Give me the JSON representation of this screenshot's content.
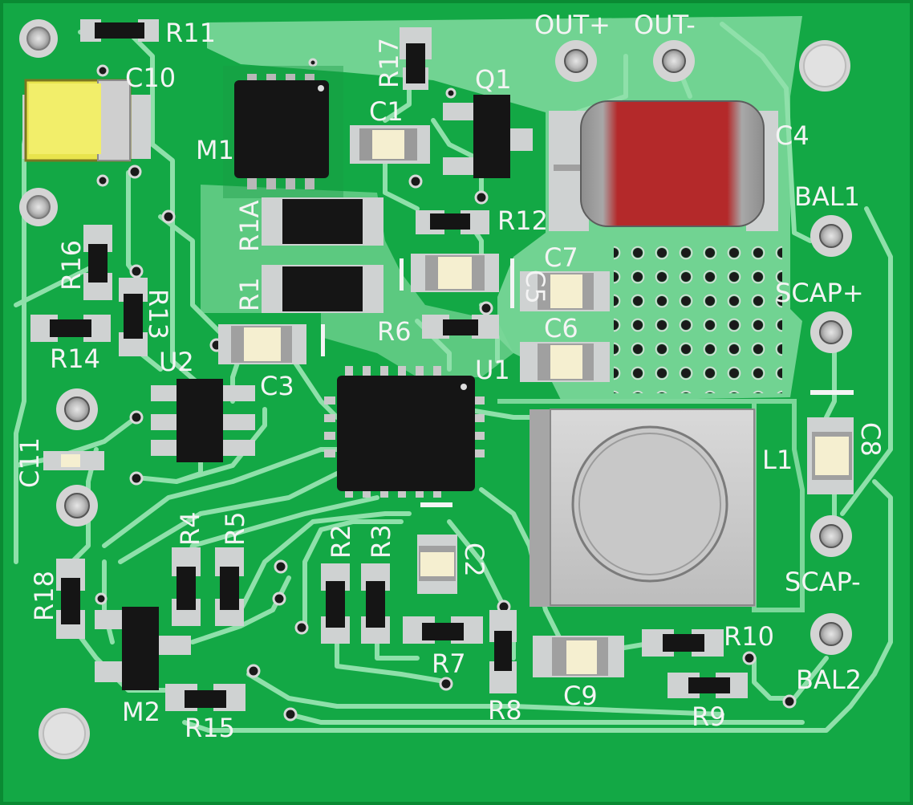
{
  "board": {
    "colors": {
      "substrate": "#0d9a3c",
      "copper": "#13a845",
      "trace": "#8fe0aa",
      "pad": "#cfd2d2",
      "silk": "#f4f4f4",
      "ic_body": "#151515",
      "cap_body": "#f5efd0",
      "cap_tan": "#efe95a",
      "cap_red": "#b4292a"
    }
  },
  "labels": {
    "r11": "R11",
    "c10": "C10",
    "m1": "M1",
    "r17": "R17",
    "c1": "C1",
    "q1": "Q1",
    "out_plus": "OUT+",
    "out_minus": "OUT-",
    "c4": "C4",
    "bal1": "BAL1",
    "r1a": "R1A",
    "r12": "R12",
    "c5": "C5",
    "c7": "C7",
    "r16": "R16",
    "r13": "R13",
    "r1": "R1",
    "r6": "R6",
    "c6": "C6",
    "scap_plus": "SCAP+",
    "r14": "R14",
    "u2": "U2",
    "c3": "C3",
    "u1": "U1",
    "c8": "C8",
    "l1": "L1",
    "c11": "C11",
    "r4": "R4",
    "r5": "R5",
    "r2": "R2",
    "r3": "R3",
    "c2": "C2",
    "scap_minus": "SCAP-",
    "r18": "R18",
    "r7": "R7",
    "r10": "R10",
    "r8": "R8",
    "c9": "C9",
    "m2": "M2",
    "r15": "R15",
    "r9": "R9",
    "bal2": "BAL2"
  }
}
